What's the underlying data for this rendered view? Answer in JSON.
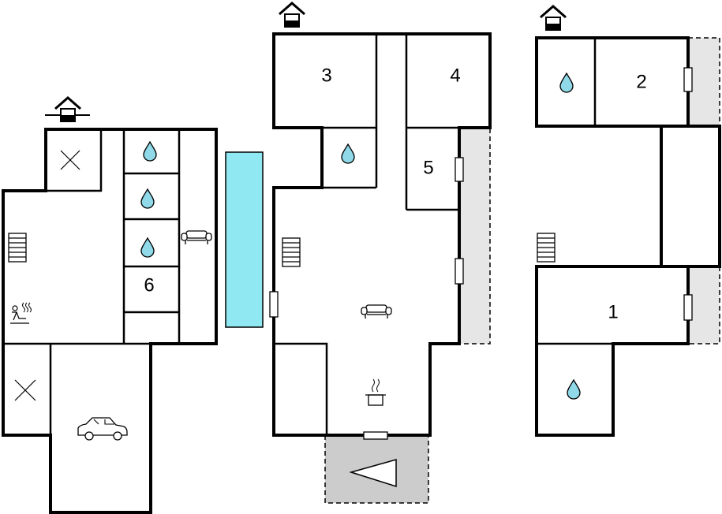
{
  "colors": {
    "wall": "#000000",
    "pool": "#8fe8f2",
    "water_drop": "#8fd9e8",
    "terrace": "#e6e6e6",
    "carport": "#cccccc",
    "background": "#ffffff"
  },
  "rooms": {
    "room_1": "1",
    "room_2": "2",
    "room_3": "3",
    "room_4": "4",
    "room_5": "5",
    "room_6": "6"
  },
  "icons": [
    "house-entrance-icon",
    "water-drop-icon",
    "sofa-icon",
    "sauna-icon",
    "stairs-icon",
    "car-icon",
    "cooking-pot-icon",
    "pool",
    "cross-icon",
    "window-icon"
  ]
}
